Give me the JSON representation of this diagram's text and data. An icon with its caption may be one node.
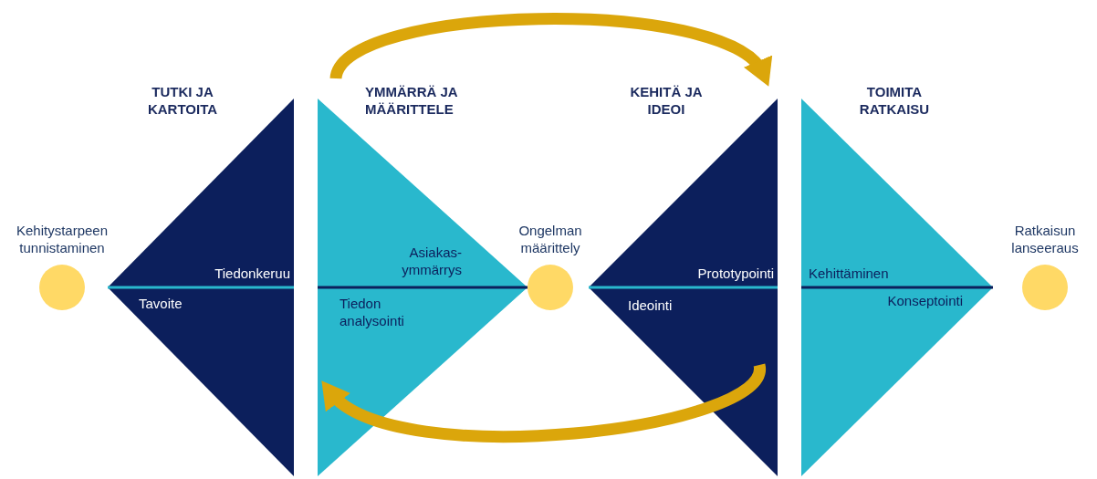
{
  "diagram": {
    "nodes": [
      {
        "text": [
          "Kehitystarpeen tunnistaminen"
        ]
      },
      {
        "text": [
          "TUTKI JA KARTOITA",
          "Tiedonkeruu",
          "Tavoite"
        ]
      },
      {
        "text": [
          "YMMÄRRÄ JA MÄÄRITTELE",
          "Asiakas-ymmärrys",
          "Tiedon analysointi"
        ]
      },
      {
        "text": [
          "Ongelman määrittely"
        ]
      },
      {
        "text": [
          "KEHITÄ JA IDEOI",
          "Prototypointi",
          "Ideointi"
        ]
      },
      {
        "text": [
          "TOIMITA RATKAISU",
          "Kehittäminen",
          "Konseptointi"
        ]
      },
      {
        "text": [
          "Ratkaisun lanseeraus"
        ]
      }
    ],
    "edges": [
      {
        "from": 2,
        "to": 4,
        "arrow": "to"
      },
      {
        "from": 4,
        "to": 2,
        "arrow": "to"
      }
    ]
  }
}
